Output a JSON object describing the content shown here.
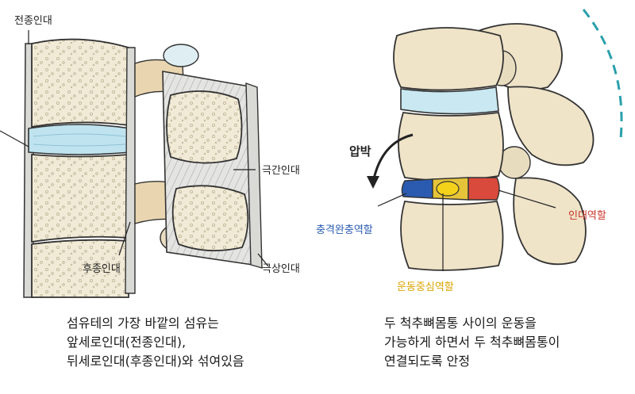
{
  "left_figure": {
    "labels": {
      "anterior_ligament": "전종인대",
      "interspinous_ligament": "극간인대",
      "posterior_ligament": "후종인대",
      "supraspinous_ligament": "극상인대"
    },
    "caption_lines": [
      "섬유테의 가장 바깥의 섬유는",
      "앞세로인대(전종인대),",
      "뒤세로인대(후종인대)와 섞여있음"
    ]
  },
  "right_figure": {
    "labels": {
      "compression": "압박",
      "shock_absorption": "충격완충역할",
      "movement_center": "운동중심역할",
      "ligament_role": "인대역할"
    },
    "label_colors": {
      "shock_absorption": "#2a5bb0",
      "movement_center": "#d9a400",
      "ligament_role": "#c8362a"
    },
    "caption_lines": [
      "두 척추뼈몸통 사이의 운동을",
      "가능하게 하면서 두 척추뼈몸통이",
      "연결되도록 안정"
    ]
  }
}
